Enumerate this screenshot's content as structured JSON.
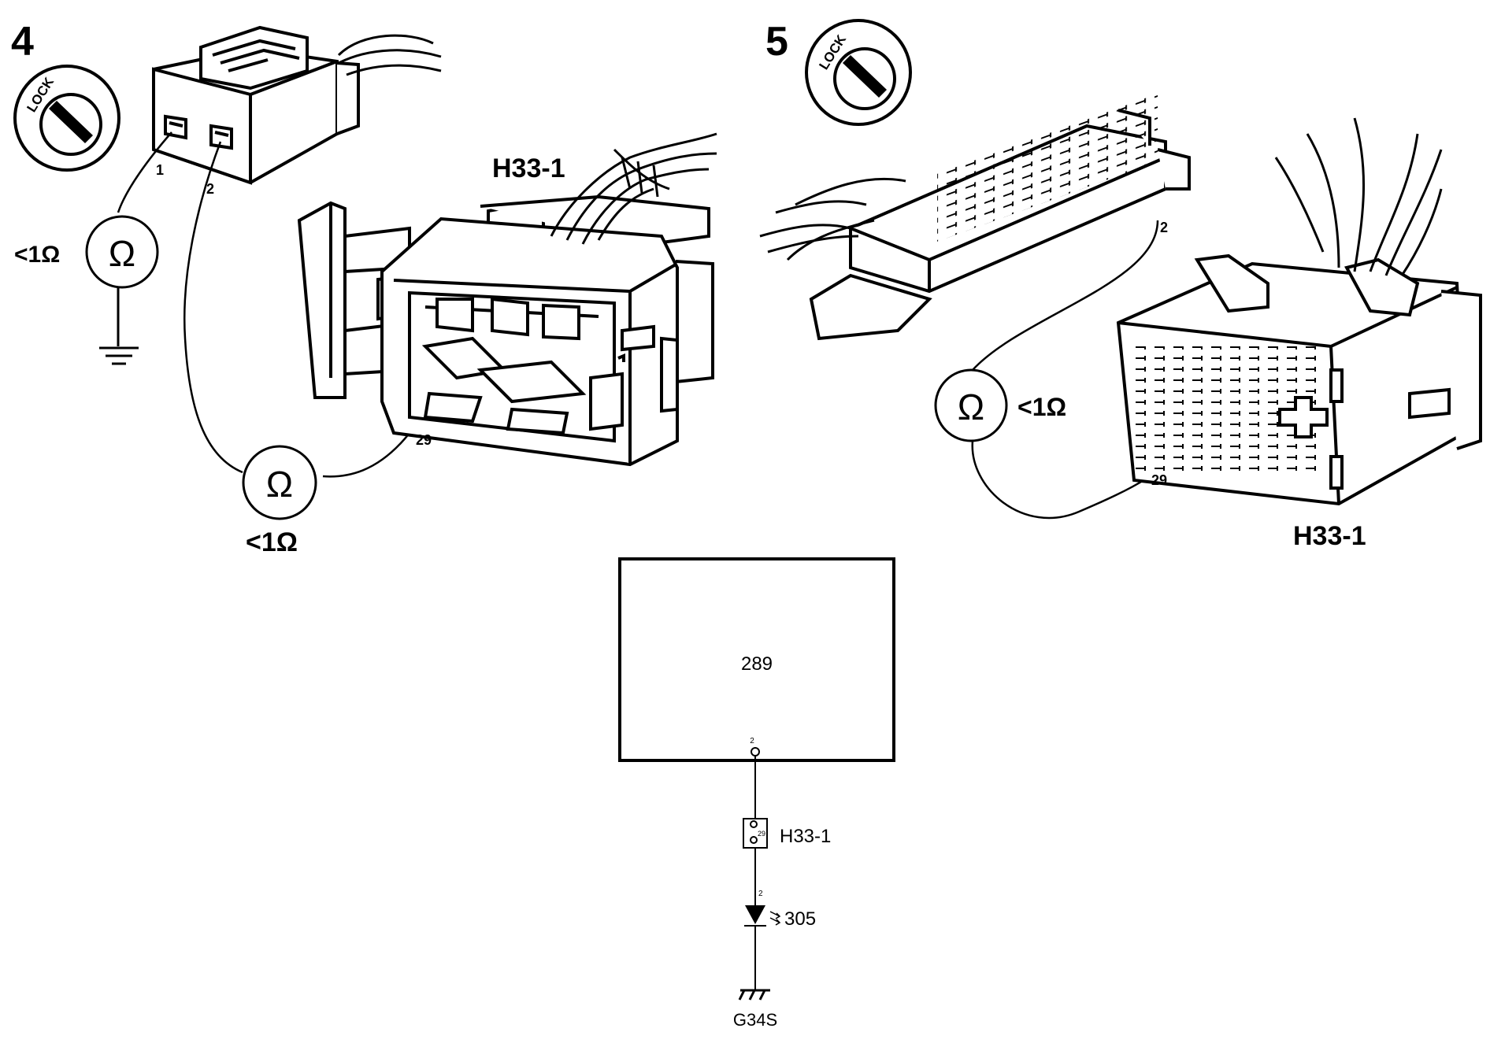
{
  "step4": {
    "number": "4",
    "lock_text": "LOCK",
    "pin1": "1",
    "pin2": "2",
    "meter1_symbol": "Ω",
    "meter1_reading": "<1Ω",
    "meter2_symbol": "Ω",
    "meter2_reading": "<1Ω",
    "connector_label": "H33-1",
    "connector_pin": "29"
  },
  "step5": {
    "number": "5",
    "lock_text": "LOCK",
    "pin2": "2",
    "meter_symbol": "Ω",
    "meter_reading": "<1Ω",
    "connector_label": "H33-1",
    "connector_pin": "29"
  },
  "schematic": {
    "module_number": "289",
    "module_pin": "2",
    "connector_label": "H33-1",
    "connector_pin": "29",
    "lamp_pin": "2",
    "lamp_number": "305",
    "ground_label": "G34S"
  },
  "icons": [
    "ignition-lock-icon",
    "ohmmeter-icon",
    "ground-icon",
    "lamp-icon",
    "chassis-ground-icon"
  ]
}
